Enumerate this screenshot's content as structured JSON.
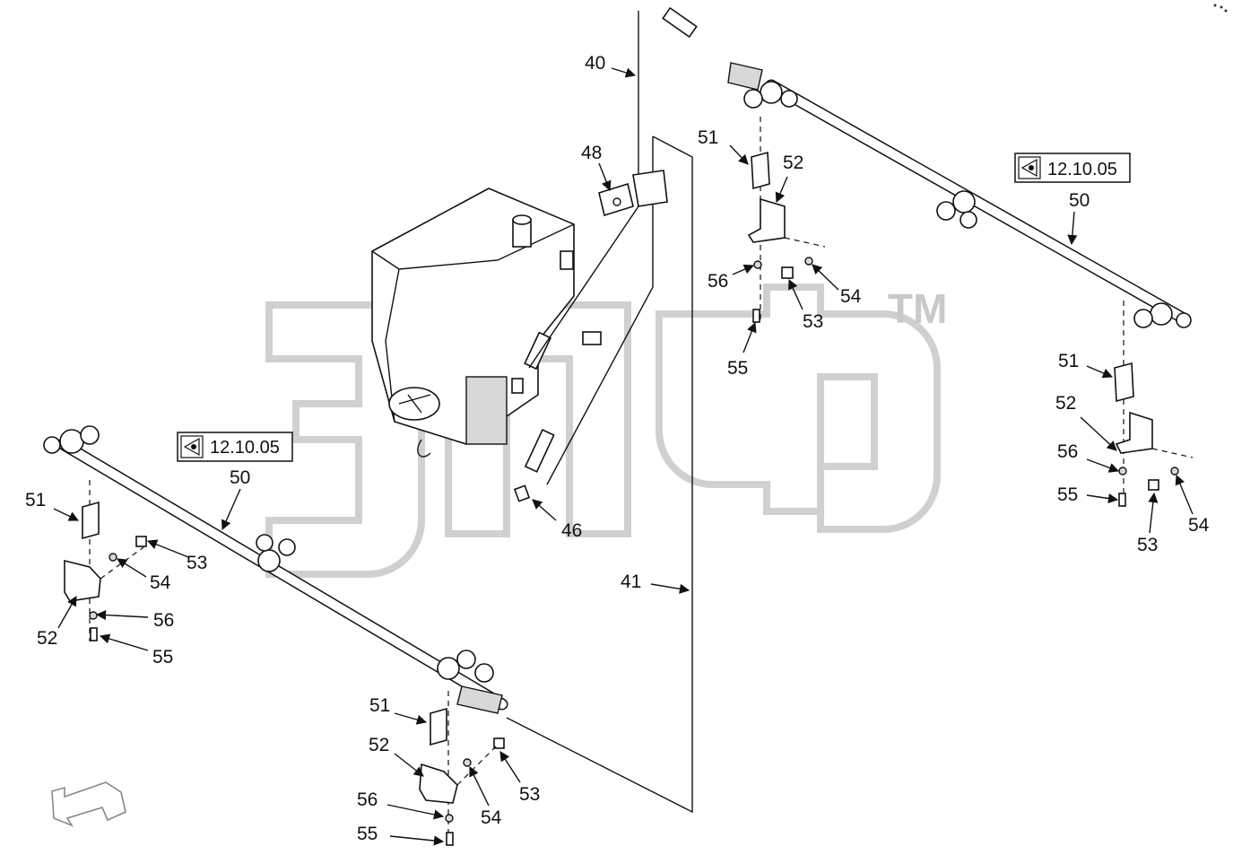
{
  "watermark": {
    "text": "эпф",
    "trademark": "TM"
  },
  "refs": [
    {
      "id": "ref-top-right",
      "text": "12.10.05"
    },
    {
      "id": "ref-left",
      "text": "12.10.05"
    }
  ],
  "labels": {
    "l40": "40",
    "l41": "41",
    "l46": "46",
    "l48": "48",
    "l50a": "50",
    "l50b": "50",
    "l51a": "51",
    "l51b": "51",
    "l51c": "51",
    "l51d": "51",
    "l52a": "52",
    "l52b": "52",
    "l52c": "52",
    "l52d": "52",
    "l53a": "53",
    "l53b": "53",
    "l53c": "53",
    "l53d": "53",
    "l54a": "54",
    "l54b": "54",
    "l54c": "54",
    "l54d": "54",
    "l55a": "55",
    "l55b": "55",
    "l55c": "55",
    "l55d": "55",
    "l56a": "56",
    "l56b": "56",
    "l56c": "56",
    "l56d": "56"
  },
  "colors": {
    "line": "#111111",
    "watermark": "#c9c9c9",
    "background": "#ffffff"
  }
}
